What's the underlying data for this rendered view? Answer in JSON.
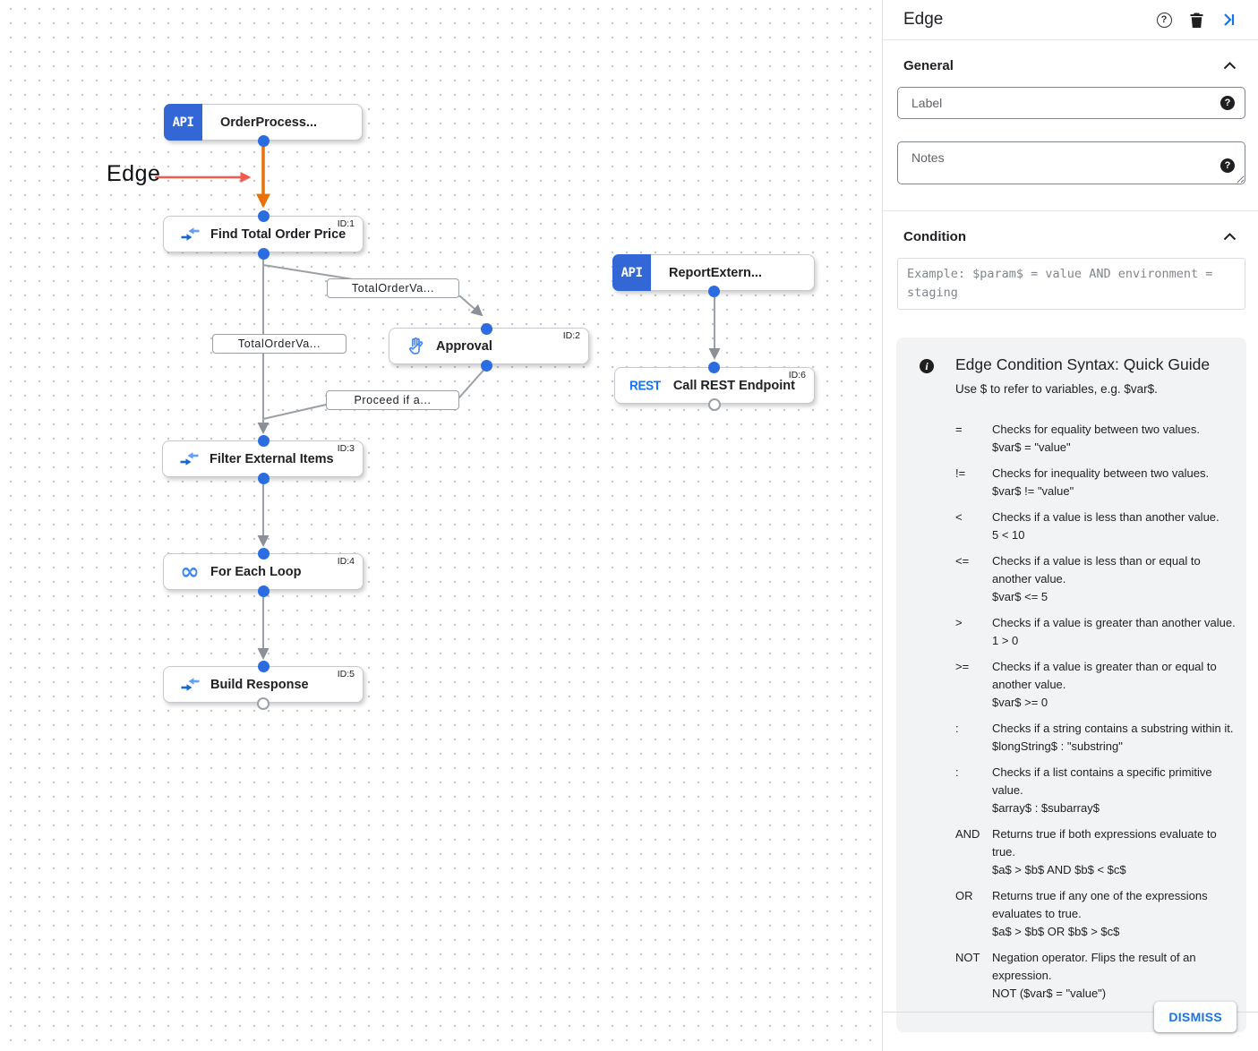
{
  "canvas": {
    "annotation": "Edge",
    "badges": {
      "api": "API",
      "rest": "REST"
    },
    "nodes": [
      {
        "label": "OrderProcess...",
        "id": "",
        "type": "api-trigger"
      },
      {
        "label": "Find Total Order Price",
        "id": "ID:1",
        "type": "data-mapping"
      },
      {
        "label": "Approval",
        "id": "ID:2",
        "type": "approval"
      },
      {
        "label": "ReportExtern...",
        "id": "",
        "type": "api-trigger"
      },
      {
        "label": "Call REST Endpoint",
        "id": "ID:6",
        "type": "rest-task"
      },
      {
        "label": "Filter External Items",
        "id": "ID:3",
        "type": "data-mapping"
      },
      {
        "label": "For Each Loop",
        "id": "ID:4",
        "type": "loop"
      },
      {
        "label": "Build Response",
        "id": "ID:5",
        "type": "data-mapping"
      }
    ],
    "edge_labels": [
      "TotalOrderVa...",
      "TotalOrderVa...",
      "Proceed if a..."
    ]
  },
  "panel": {
    "title": "Edge",
    "general": {
      "title": "General",
      "label_placeholder": "Label",
      "notes_placeholder": "Notes"
    },
    "condition": {
      "title": "Condition",
      "placeholder": "Example: $param$ = value AND environment = staging"
    },
    "guide": {
      "title": "Edge Condition Syntax: Quick Guide",
      "subtitle": "Use $ to refer to variables, e.g. $var$.",
      "rows": [
        {
          "op": "=",
          "desc": "Checks for equality between two values.",
          "example": "$var$ = \"value\""
        },
        {
          "op": "!=",
          "desc": "Checks for inequality between two values.",
          "example": "$var$ != \"value\""
        },
        {
          "op": "<",
          "desc": "Checks if a value is less than another value.",
          "example": "5 < 10"
        },
        {
          "op": "<=",
          "desc": "Checks if a value is less than or equal to another value.",
          "example": "$var$ <= 5"
        },
        {
          "op": ">",
          "desc": "Checks if a value is greater than another value.",
          "example": "1 > 0"
        },
        {
          "op": ">=",
          "desc": "Checks if a value is greater than or equal to another value.",
          "example": "$var$ >= 0"
        },
        {
          "op": ":",
          "desc": "Checks if a string contains a substring within it.",
          "example": "$longString$ : \"substring\""
        },
        {
          "op": ":",
          "desc": "Checks if a list contains a specific primitive value.",
          "example": "$array$ : $subarray$"
        },
        {
          "op": "AND",
          "desc": "Returns true if both expressions evaluate to true.",
          "example": "$a$ > $b$ AND $b$ < $c$"
        },
        {
          "op": "OR",
          "desc": "Returns true if any one of the expressions evaluates to true.",
          "example": "$a$ > $b$ OR $b$ > $c$"
        },
        {
          "op": "NOT",
          "desc": "Negation operator. Flips the result of an expression.",
          "example": "NOT ($var$ = \"value\")"
        }
      ]
    },
    "dismiss_label": "DISMISS"
  },
  "colors": {
    "accent_blue": "#1a73e8",
    "selected_edge_orange": "#e8710a",
    "annotation_red": "#f4594e",
    "port_blue": "#2b6de0",
    "api_badge_blue": "#3367d6"
  }
}
